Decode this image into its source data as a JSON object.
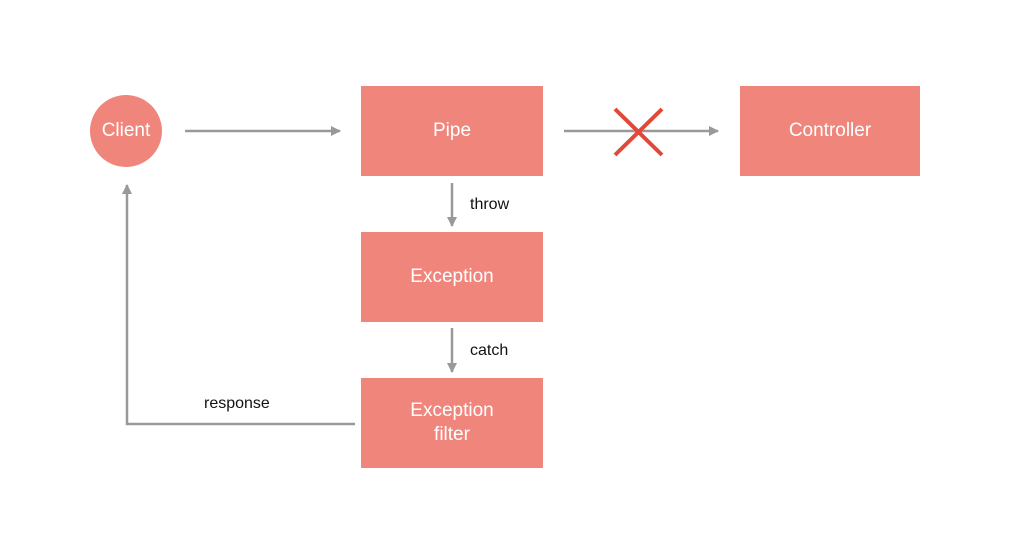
{
  "nodes": {
    "client": "Client",
    "pipe": "Pipe",
    "controller": "Controller",
    "exception": "Exception",
    "exception_filter": "Exception filter"
  },
  "edges": {
    "throw": "throw",
    "catch": "catch",
    "response": "response"
  },
  "colors": {
    "node_fill": "#f0857b",
    "node_text": "#ffffff",
    "arrow": "#999999",
    "blocked_mark": "#e0493a"
  }
}
